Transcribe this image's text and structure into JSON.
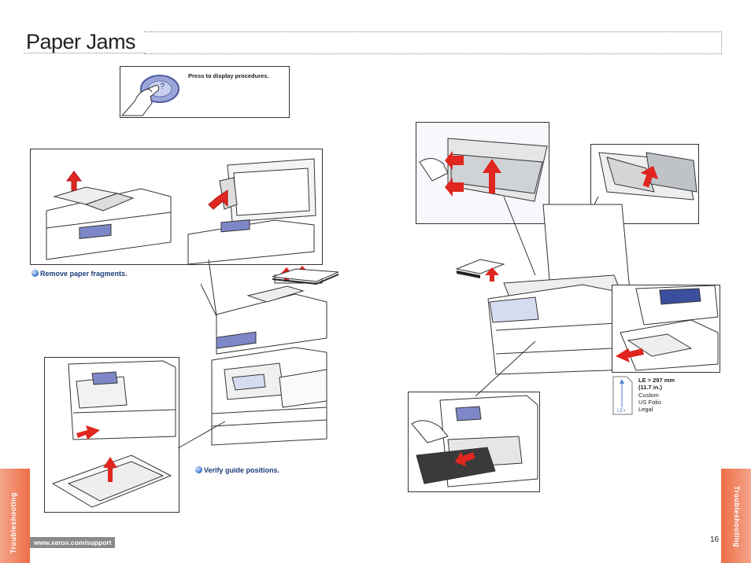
{
  "page": {
    "title": "Paper Jams",
    "page_number": "16",
    "url": "www.xerox.com/support",
    "side_tab_left": "Troubleshooting",
    "side_tab_right": "Troubleshooting"
  },
  "help_box": {
    "text": "Press to display procedures.",
    "button_glyph": "?"
  },
  "callouts": {
    "remove_fragments": "Remove paper fragments.",
    "verify_guides": "Verify guide positions."
  },
  "paper_size_note": {
    "size_line1": "LE > 297 mm",
    "size_line2": "(11.7 in.)",
    "items": [
      "Custom",
      "US Folio",
      "Legal"
    ],
    "le_label": "LE+"
  },
  "colors": {
    "accent_orange": "#ee6e47",
    "arrow_red": "#e0261f",
    "panel_blue": "#3c4f9e"
  }
}
